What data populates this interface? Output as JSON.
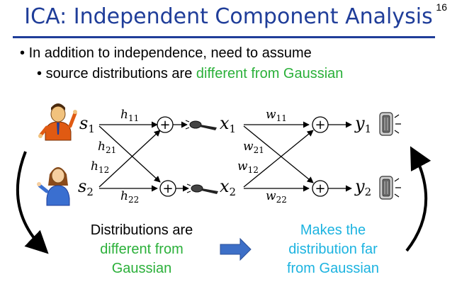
{
  "page_number": "16",
  "title": "ICA: Independent Component Analysis",
  "bullets": {
    "line1": "In addition to independence, need to assume",
    "line2_prefix": "source distributions are ",
    "line2_highlight": "different from Gaussian"
  },
  "diagram": {
    "sources": {
      "s1": "s",
      "s1_sub": "1",
      "s2": "s",
      "s2_sub": "2"
    },
    "mixing": {
      "h11": "h",
      "h11_sub": "11",
      "h21": "h",
      "h21_sub": "21",
      "h12": "h",
      "h12_sub": "12",
      "h22": "h",
      "h22_sub": "22"
    },
    "observations": {
      "x1": "x",
      "x1_sub": "1",
      "x2": "x",
      "x2_sub": "2"
    },
    "unmixing": {
      "w11": "w",
      "w11_sub": "11",
      "w21": "w",
      "w21_sub": "21",
      "w12": "w",
      "w12_sub": "12",
      "w22": "w",
      "w22_sub": "22"
    },
    "outputs": {
      "y1": "y",
      "y1_sub": "1",
      "y2": "y",
      "y2_sub": "2"
    },
    "sum_symbol": "+"
  },
  "bottom": {
    "left_line1": "Distributions are",
    "left_line2": "different from",
    "left_line3": "Gaussian",
    "right_line1": "Makes the",
    "right_line2": "distribution far",
    "right_line3": "from Gaussian"
  },
  "colors": {
    "title": "#1f3d99",
    "highlight_green": "#2bb03a",
    "highlight_cyan": "#1cb3e0",
    "arrow_blue": "#3d6fc7"
  }
}
